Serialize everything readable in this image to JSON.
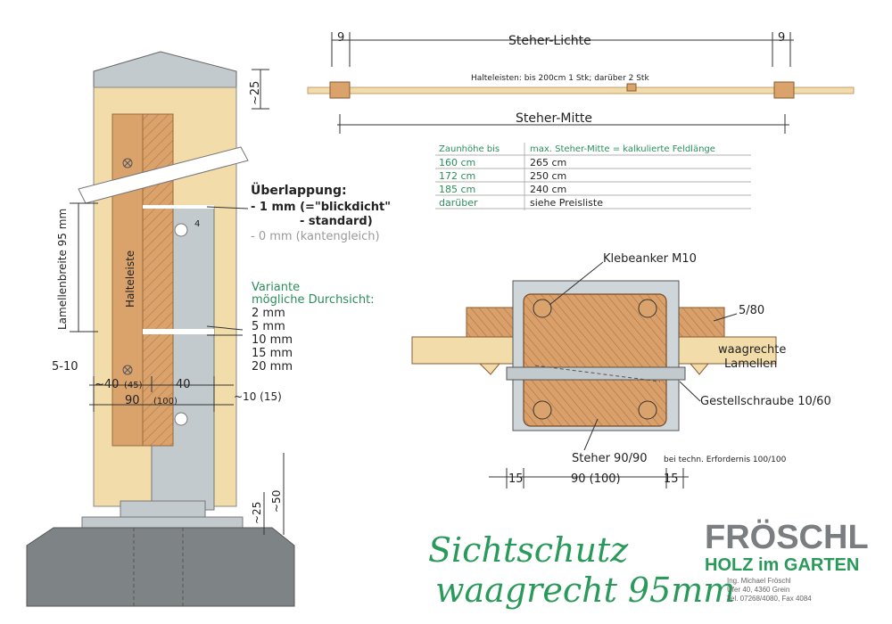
{
  "colors": {
    "wood": "#f1dcaa",
    "slat": "#dba36c",
    "metal": "#c3cacd",
    "green": "#2a9a5a",
    "brand_grey": "#7b7e80"
  },
  "front_view": {
    "dim_cap": "~25",
    "dim_slat_width": "Lamellenbreite 95 mm",
    "label_halteleiste": "Halteleiste",
    "overlap_title": "Überlappung:",
    "overlap_1": "- 1 mm (=\"blickdicht\"",
    "overlap_1b": "- standard)",
    "overlap_2": "- 0 mm (kantengleich)",
    "dim_4": "4",
    "variant_title": "Variante",
    "variant_sub": "mögliche Durchsicht:",
    "variant_values": [
      "2 mm",
      "5 mm",
      "10 mm",
      "15 mm",
      "20 mm"
    ],
    "dim_5_10": "5-10",
    "dim_40_left": "~40",
    "dim_45": "(45)",
    "dim_40_right": "40",
    "dim_10_15": "~10 (15)",
    "dim_90": "90",
    "dim_100": "(100)",
    "dim_foot_25": "~25",
    "dim_foot_50": "~50"
  },
  "top_view": {
    "dim_left": "9",
    "dim_right": "9",
    "label_lichte": "Steher-Lichte",
    "label_halteleisten": "Halteleisten: bis 200cm 1 Stk; darüber 2 Stk",
    "label_mitte": "Steher-Mitte"
  },
  "table": {
    "headers": [
      "Zaunhöhe bis",
      "max. Steher-Mitte = kalkulierte Feldlänge"
    ],
    "rows": [
      [
        "160 cm",
        "265 cm"
      ],
      [
        "172 cm",
        "250 cm"
      ],
      [
        "185 cm",
        "240 cm"
      ],
      [
        "darüber",
        "siehe Preisliste"
      ]
    ]
  },
  "section_view": {
    "label_anchor": "Klebeanker M10",
    "label_580": "5/80",
    "label_slats_1": "waagrechte",
    "label_slats_2": "Lamellen",
    "label_screw": "Gestellschraube 10/60",
    "label_post": "Steher 90/90",
    "label_post_note": "bei techn. Erfordernis 100/100",
    "dim_15_left": "15",
    "dim_90": "90 (100)",
    "dim_15_right": "15"
  },
  "title": {
    "line1": "Sichtschutz",
    "line2": "waagrecht 95mm"
  },
  "brand": {
    "name": "FRÖSCHL",
    "tagline": "HOLZ im GARTEN",
    "address_1": "Ing. Michael Fröschl",
    "address_2": "Ufer 40, 4360 Grein",
    "address_3": "Tel. 07268/4080, Fax 4084"
  }
}
